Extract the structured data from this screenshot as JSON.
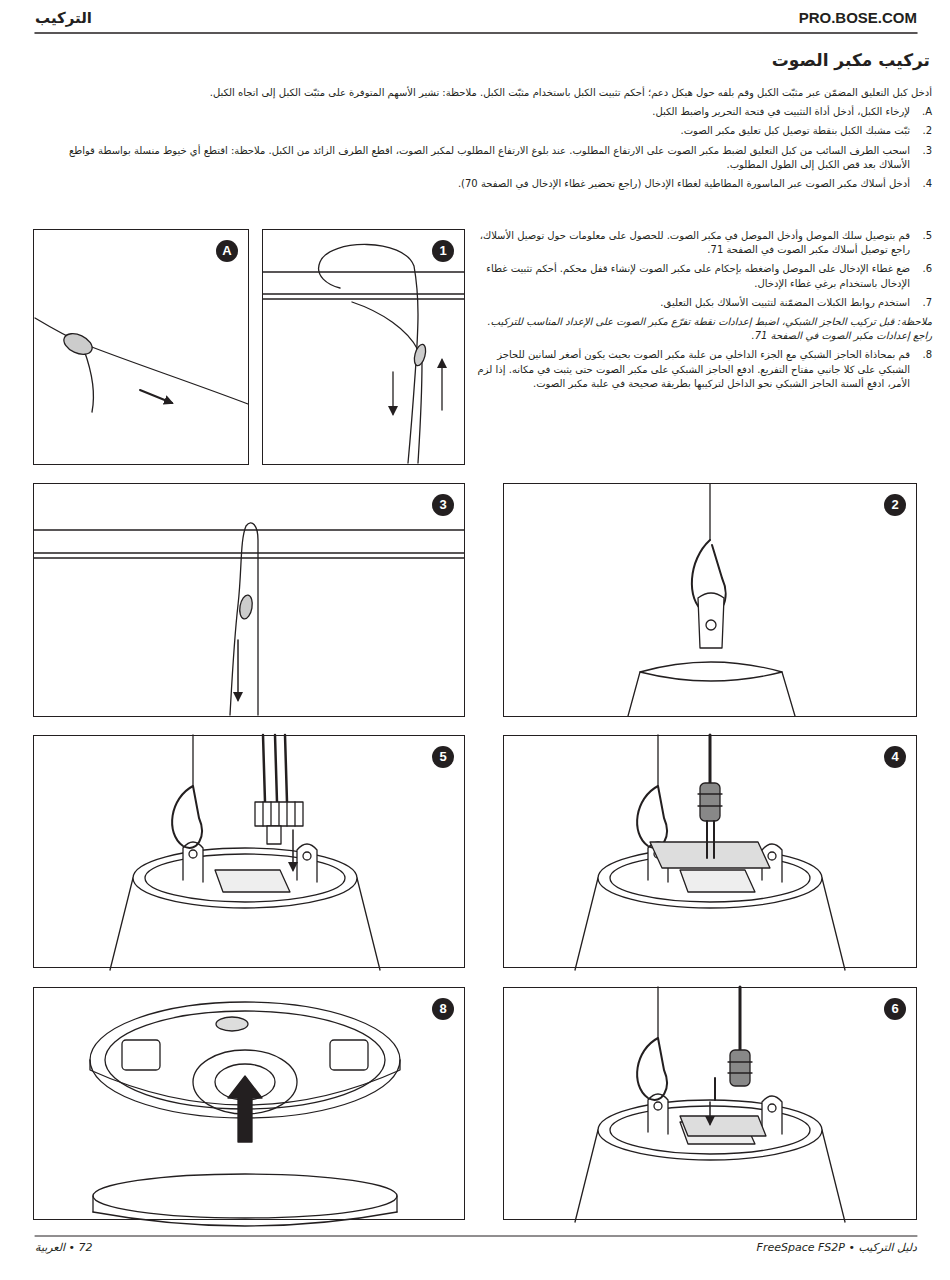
{
  "diagram": {
    "title": "تركيب مكبر الصوت",
    "nodes": [
      {
        "text": [
          "1"
        ]
      },
      {
        "text": [
          "A"
        ]
      },
      {
        "text": [
          "2"
        ]
      },
      {
        "text": [
          "3"
        ]
      },
      {
        "text": [
          "4"
        ]
      },
      {
        "text": [
          "5"
        ]
      },
      {
        "text": [
          "6"
        ]
      },
      {
        "text": [
          "8"
        ]
      }
    ],
    "labels": [
      "التركيب",
      "PRO.BOSE.COM",
      "أدخل كبل التعليق المضمّن عبر مثبّت الكبل وقم بلفه حول هيكل دعم؛ أحكم تثبيت الكبل باستخدام مثبّت الكبل. ملاحظة: تشير الأسهم المتوفرة على مثبّت الكبل إلى اتجاه الكبل.",
      "A.",
      "لإرخاء الكبل، أدخل أداة التثبيت في فتحة التحرير واضبط الكبل.",
      "2.",
      "ثبّت مشبك الكبل بنقطة توصيل كبل تعليق مكبر الصوت.",
      "3.",
      "اسحب الطرف السائب من كبل التعليق لضبط مكبر الصوت على الارتفاع المطلوب. عند بلوغ الارتفاع المطلوب لمكبر الصوت، اقطع الطرف الزائد من الكبل. ملاحظة: اقتطع أي خيوط منسلة بواسطة قواطع الأسلاك بعد قص الكبل إلى الطول المطلوب.",
      "4.",
      "أدخل أسلاك مكبر الصوت عبر الماسورة المطاطية لغطاء الإدخال (راجع تحضير غطاء الإدخال في الصفحة 70).",
      "5.",
      "قم بتوصيل سلك الموصل وأدخل الموصل في مكبر الصوت. للحصول على معلومات حول توصيل الأسلاك، راجع توصيل أسلاك مكبر الصوت في الصفحة 71.",
      "6.",
      "ضع غطاء الإدخال على الموصل واضغطه بإحكام على مكبر الصوت لإنشاء قفل محكم. أحكم تثبيت غطاء الإدخال باستخدام برغي غطاء الإدخال.",
      "7.",
      "استخدم روابط الكبلات المضمّنة لتثبيت الأسلاك بكبل التعليق.",
      "ملاحظة: قبل تركيب الحاجز الشبكي، اضبط إعدادات نقطة تفرّع مكبر الصوت على الإعداد المناسب للتركيب. راجع إعدادات مكبر الصوت في الصفحة 71.",
      "8.",
      "قم بمحاذاة الحاجز الشبكي مع الجزء الداخلي من علبة مكبر الصوت بحيث يكون أصغر لسانين للحاجز الشبكي على كلا جانبي مفتاح التفريع. ادفع الحاجز الشبكي على مكبر الصوت حتى يثبت في مكانه. إذا لزم الأمر، ادفع ألسنة الحاجز الشبكي نحو الداخل لتركيبها بطريقة صحيحة في علبة مكبر الصوت.",
      "دليل التركيب • FreeSpace FS2P",
      "72 • العربية"
    ]
  }
}
